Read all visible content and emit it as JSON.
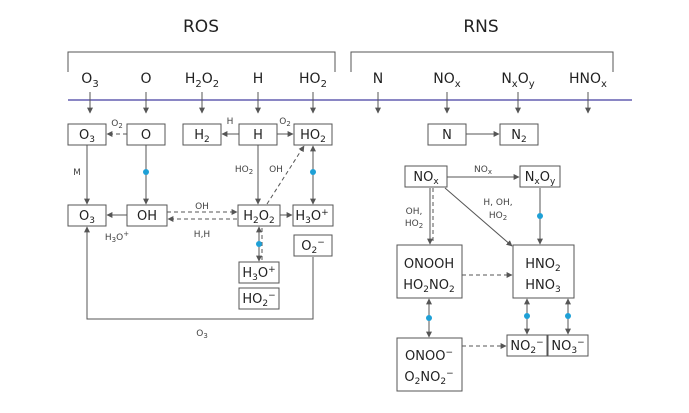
{
  "headers": {
    "ros": "ROS",
    "rns": "RNS"
  },
  "species": {
    "o3": {
      "base": "O",
      "sub": "3"
    },
    "o": {
      "base": "O"
    },
    "h2o2": {
      "a": "H",
      "a_sub": "2",
      "b": "O",
      "b_sub": "2"
    },
    "h": {
      "base": "H"
    },
    "ho2": {
      "base": "HO",
      "sub": "2"
    },
    "n": {
      "base": "N"
    },
    "nox": {
      "base": "NO",
      "sub": "x"
    },
    "nxoy": {
      "a": "N",
      "a_sub": "x",
      "b": "O",
      "b_sub": "y"
    },
    "hnox": {
      "base": "HNO",
      "sub": "x"
    }
  },
  "boxes": {
    "o3_top": {
      "base": "O",
      "sub": "3"
    },
    "o_top": {
      "base": "O"
    },
    "h2": {
      "base": "H",
      "sub": "2"
    },
    "h_box": {
      "base": "H"
    },
    "ho2_box": {
      "base": "HO",
      "sub": "2"
    },
    "o3_mid": {
      "base": "O",
      "sub": "3"
    },
    "oh": {
      "base": "OH"
    },
    "h2o2_mid": {
      "a": "H",
      "a_sub": "2",
      "b": "O",
      "b_sub": "2"
    },
    "h3o": {
      "base": "H",
      "sub": "3",
      "b": "O",
      "sup": "+"
    },
    "o2m": {
      "base": "O",
      "sub": "2",
      "sup": "−"
    },
    "h3o_low": {
      "base": "H",
      "sub": "3",
      "b": "O",
      "sup": "+"
    },
    "ho2m": {
      "base": "HO",
      "sub": "2",
      "sup": "−"
    },
    "n_box": {
      "base": "N"
    },
    "n2": {
      "base": "N",
      "sub": "2"
    },
    "nox_box": {
      "base": "NO",
      "sub": "x"
    },
    "nxoy_box": {
      "a": "N",
      "a_sub": "x",
      "b": "O",
      "b_sub": "y"
    },
    "onooh": {
      "line1": "ONOOH",
      "l2a": "HO",
      "l2a_sub": "2",
      "l2b": "NO",
      "l2b_sub": "2"
    },
    "hno": {
      "l1": "HNO",
      "l1_sub": "2",
      "l2": "HNO",
      "l2_sub": "3"
    },
    "onoo": {
      "line1": "ONOO",
      "line1_sup": "−",
      "l2a": "O",
      "l2a_sub": "2",
      "l2b": "NO",
      "l2b_sub": "2",
      "l2_sup": "−"
    },
    "no2m": {
      "base": "NO",
      "sub": "2",
      "sup": "−"
    },
    "no3m": {
      "base": "NO",
      "sub": "3",
      "sup": "−"
    }
  },
  "labels": {
    "o2": {
      "base": "O",
      "sub": "2"
    },
    "h": "H",
    "o2b": {
      "base": "O",
      "sub": "2"
    },
    "m": "M",
    "ho2": {
      "base": "HO",
      "sub": "2"
    },
    "oh_diag": "OH",
    "oh_arrow": "OH",
    "hh": "H,H",
    "h3o_plus": {
      "base": "H",
      "sub": "3",
      "b": "O",
      "sup": "+"
    },
    "o3_bottom": {
      "base": "O",
      "sub": "3"
    },
    "nox_arrow": {
      "base": "NO",
      "sub": "x"
    },
    "oh_left": "OH,",
    "ho2_left": {
      "base": "HO",
      "sub": "2"
    },
    "hoh_right": "H, OH,",
    "ho2_right": {
      "base": "HO",
      "sub": "2"
    }
  },
  "colors": {
    "axis": "#8a86c4",
    "dot": "#1ea0d6",
    "line": "#555555"
  }
}
